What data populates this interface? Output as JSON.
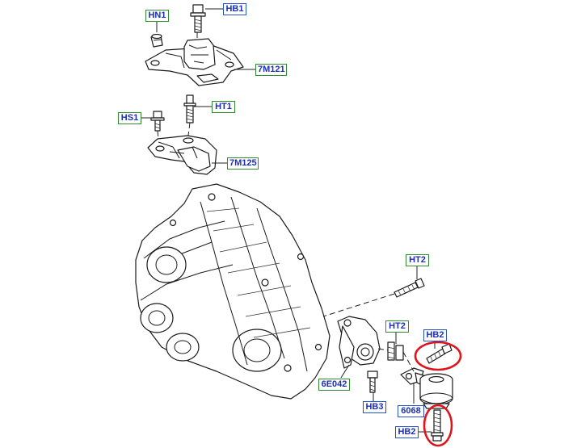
{
  "labels": {
    "hn1": "HN1",
    "hb1": "HB1",
    "m7m121": "7M121",
    "hs1": "HS1",
    "ht1": "HT1",
    "m7m125": "7M125",
    "ht2_top": "HT2",
    "ht2_mid": "HT2",
    "hb2_top": "HB2",
    "e6e042": "6E042",
    "hb3": "HB3",
    "p6068": "6068",
    "hb2_bottom": "HB2"
  },
  "colors": {
    "label_border_green": "#2e8b2e",
    "label_border_blue": "#2452c8",
    "label_text": "#1c2fb8",
    "highlight_circle": "#e0141c",
    "linework": "#1a1a1a"
  }
}
